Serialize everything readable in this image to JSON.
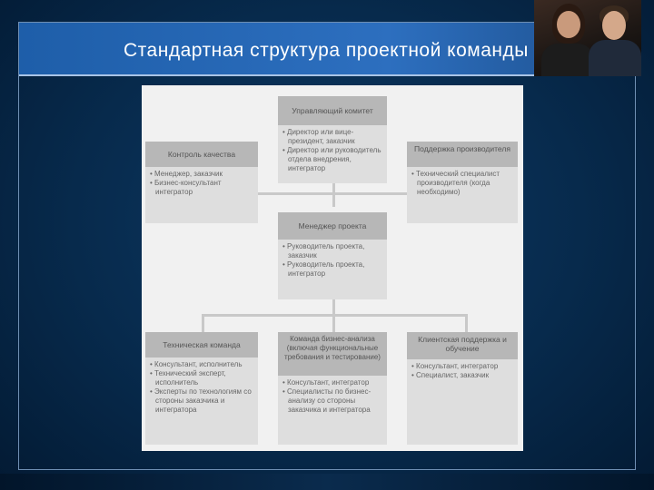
{
  "slide": {
    "title": "Стандартная структура проектной команды"
  },
  "diagram": {
    "top": {
      "title": "Управляющий комитет",
      "items": [
        "Директор или вице-президент, заказчик",
        "Директор или руководитель отдела внедрения, интегратор"
      ]
    },
    "left_top": {
      "title": "Контроль качества",
      "items": [
        "Менеджер, заказчик",
        "Бизнес-консультант интегратор"
      ]
    },
    "right_top": {
      "title": "Поддержка производителя",
      "items": [
        "Технический специалист производителя (когда необходимо)"
      ]
    },
    "middle": {
      "title": "Менеджер проекта",
      "items": [
        "Руководитель проекта, заказчик",
        "Руководитель проекта, интегратор"
      ]
    },
    "bottom_left": {
      "title": "Техническая команда",
      "items": [
        "Консультант, исполнитель",
        "Технический эксперт, исполнитель",
        "Эксперты по технологиям со стороны заказчика и интегратора"
      ]
    },
    "bottom_center": {
      "title": "Команда бизнес-анализа (включая функциональные требования и тестирование)",
      "items": [
        "Консультант, интегратор",
        "Специалисты по бизнес-анализу со стороны заказчика и интегратора"
      ]
    },
    "bottom_right": {
      "title": "Клиентская поддержка и обучение",
      "items": [
        "Консультант, интегратор",
        "Специалист, заказчик"
      ]
    }
  }
}
